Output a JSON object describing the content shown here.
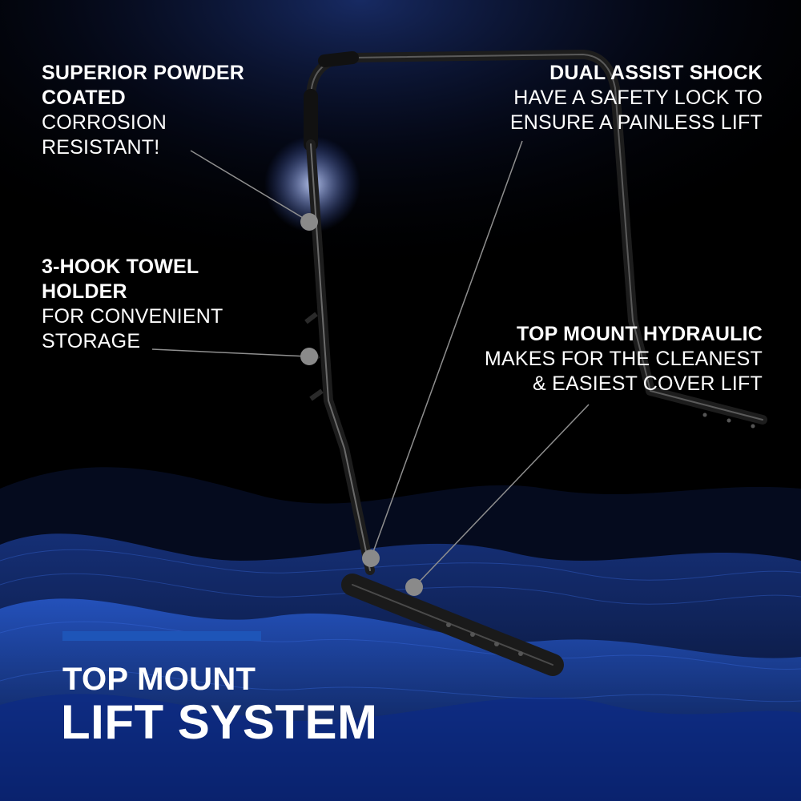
{
  "callouts": {
    "powder_coat": {
      "heading_line1": "SUPERIOR POWDER",
      "heading_line2": "COATED",
      "body_line1": "CORROSION",
      "body_line2": "RESISTANT!"
    },
    "towel_holder": {
      "heading_line1": "3-HOOK TOWEL",
      "heading_line2": "HOLDER",
      "body_line1": "FOR CONVENIENT",
      "body_line2": "STORAGE"
    },
    "dual_shock": {
      "heading_line1": "DUAL ASSIST SHOCK",
      "body_line1": "HAVE A SAFETY LOCK TO",
      "body_line2": "ENSURE A PAINLESS LIFT"
    },
    "hydraulic": {
      "heading_line1": "TOP MOUNT HYDRAULIC",
      "body_line1": "MAKES FOR THE CLEANEST",
      "body_line2": "& EASIEST COVER LIFT"
    }
  },
  "title": {
    "line1": "TOP MOUNT",
    "line2": "LIFT SYSTEM"
  },
  "colors": {
    "accent": "#1e55b8",
    "background": "#000000",
    "text": "#ffffff",
    "marker": "#8a8a8a"
  },
  "icons": [
    "callout-marker-dot"
  ]
}
